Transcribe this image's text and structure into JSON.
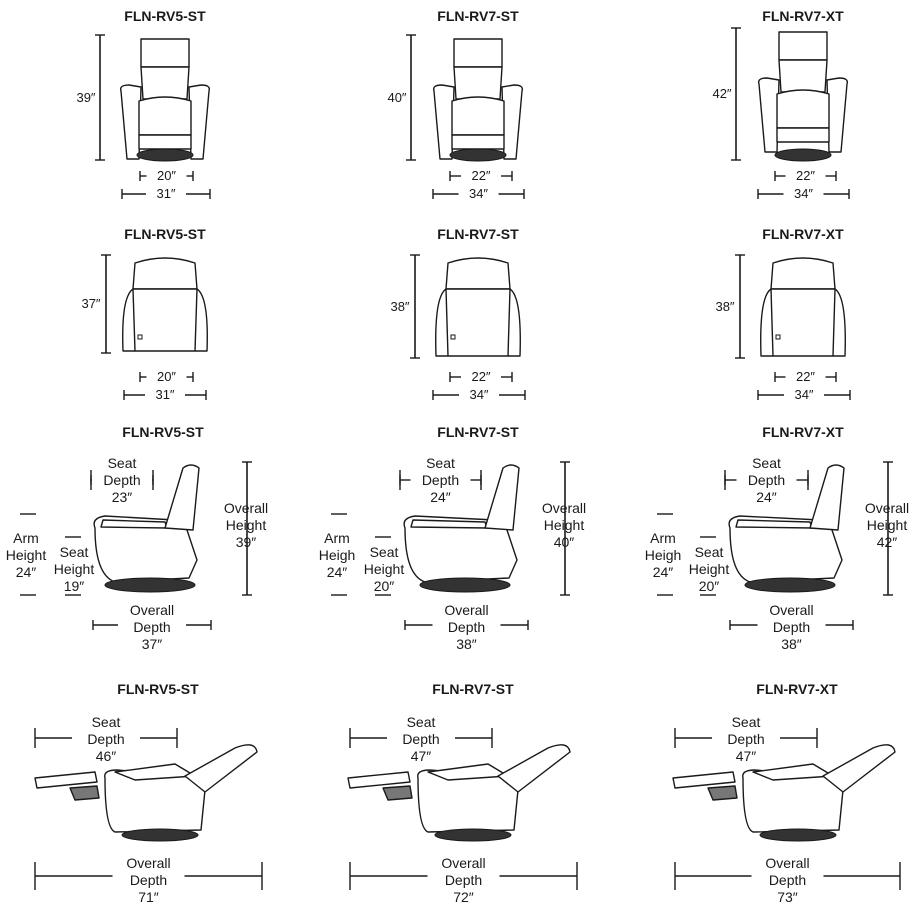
{
  "models": [
    "FLN-RV5-ST",
    "FLN-RV7-ST",
    "FLN-RV7-XT"
  ],
  "front": [
    {
      "model": "FLN-RV5-ST",
      "height": "39″",
      "seat_width": "20″",
      "overall_width": "31″"
    },
    {
      "model": "FLN-RV7-ST",
      "height": "40″",
      "seat_width": "22″",
      "overall_width": "34″"
    },
    {
      "model": "FLN-RV7-XT",
      "height": "42″",
      "seat_width": "22″",
      "overall_width": "34″"
    }
  ],
  "back": [
    {
      "model": "FLN-RV5-ST",
      "height": "37″",
      "seat_width": "20″",
      "overall_width": "31″"
    },
    {
      "model": "FLN-RV7-ST",
      "height": "38″",
      "seat_width": "22″",
      "overall_width": "34″"
    },
    {
      "model": "FLN-RV7-XT",
      "height": "38″",
      "seat_width": "22″",
      "overall_width": "34″"
    }
  ],
  "side": [
    {
      "model": "FLN-RV5-ST",
      "arm_height_label": [
        "Arm",
        "Height"
      ],
      "arm_height": "24″",
      "seat_height_label": [
        "Seat",
        "Height"
      ],
      "seat_height": "19″",
      "seat_depth_label": [
        "Seat",
        "Depth"
      ],
      "seat_depth": "23″",
      "overall_height_label": [
        "Overall",
        "Height"
      ],
      "overall_height": "39″",
      "overall_depth_label": [
        "Overall",
        "Depth"
      ],
      "overall_depth": "37″"
    },
    {
      "model": "FLN-RV7-ST",
      "arm_height_label": [
        "Arm",
        "Heigh"
      ],
      "arm_height": "24″",
      "seat_height_label": [
        "Seat",
        "Height"
      ],
      "seat_height": "20″",
      "seat_depth_label": [
        "Seat",
        "Depth"
      ],
      "seat_depth": "24″",
      "overall_height_label": [
        "Overall",
        "Height"
      ],
      "overall_height": "40″",
      "overall_depth_label": [
        "Overall",
        "Depth"
      ],
      "overall_depth": "38″"
    },
    {
      "model": "FLN-RV7-XT",
      "arm_height_label": [
        "Arm",
        "Heigh"
      ],
      "arm_height": "24″",
      "seat_height_label": [
        "Seat",
        "Height"
      ],
      "seat_height": "20″",
      "seat_depth_label": [
        "Seat",
        "Depth"
      ],
      "seat_depth": "24″",
      "overall_height_label": [
        "Overall",
        "Height"
      ],
      "overall_height": "42″",
      "overall_depth_label": [
        "Overall",
        "Depth"
      ],
      "overall_depth": "38″"
    }
  ],
  "reclined": [
    {
      "model": "FLN-RV5-ST",
      "seat_depth_label": [
        "Seat",
        "Depth"
      ],
      "seat_depth": "46″",
      "overall_depth_label": [
        "Overall",
        "Depth"
      ],
      "overall_depth": "71″"
    },
    {
      "model": "FLN-RV7-ST",
      "seat_depth_label": [
        "Seat",
        "Depth"
      ],
      "seat_depth": "47″",
      "overall_depth_label": [
        "Overall",
        "Depth"
      ],
      "overall_depth": "72″"
    },
    {
      "model": "FLN-RV7-XT",
      "seat_depth_label": [
        "Seat",
        "Depth"
      ],
      "seat_depth": "47″",
      "overall_depth_label": [
        "Overall",
        "Depth"
      ],
      "overall_depth": "73″"
    }
  ]
}
